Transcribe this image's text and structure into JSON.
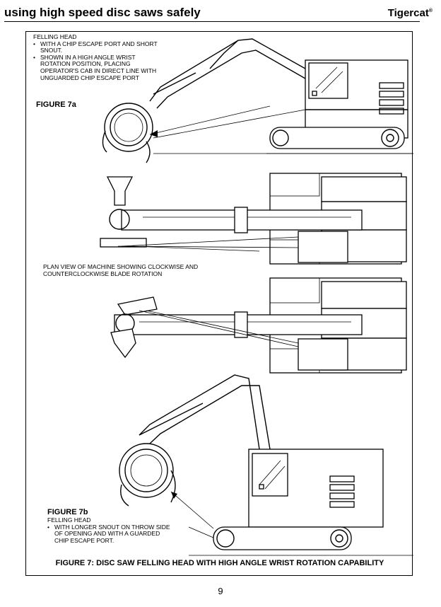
{
  "header": {
    "title": "using high speed disc saws safely",
    "brand": "Tigercat",
    "brand_mark": "®"
  },
  "figure_7a": {
    "label": "FIGURE 7a",
    "heading": "FELLING HEAD",
    "bullets": [
      "WITH A CHIP ESCAPE PORT AND SHORT SNOUT.",
      "SHOWN IN A HIGH ANGLE WRIST ROTATION POSITION, PLACING OPERATOR'S CAB IN DIRECT LINE WITH UNGUARDED CHIP ESCAPE PORT"
    ]
  },
  "plan_view": {
    "text": "PLAN VIEW OF MACHINE SHOWING CLOCKWISE AND COUNTERCLOCKWISE BLADE ROTATION"
  },
  "figure_7b": {
    "label": "FIGURE 7b",
    "heading": "FELLING HEAD",
    "bullets": [
      "WITH LONGER SNOUT ON THROW SIDE OF OPENING AND WITH A GUARDED CHIP ESCAPE PORT."
    ]
  },
  "caption": "FIGURE 7: DISC SAW FELLING HEAD WITH HIGH ANGLE WRIST ROTATION CAPABILITY",
  "page_number": "9"
}
